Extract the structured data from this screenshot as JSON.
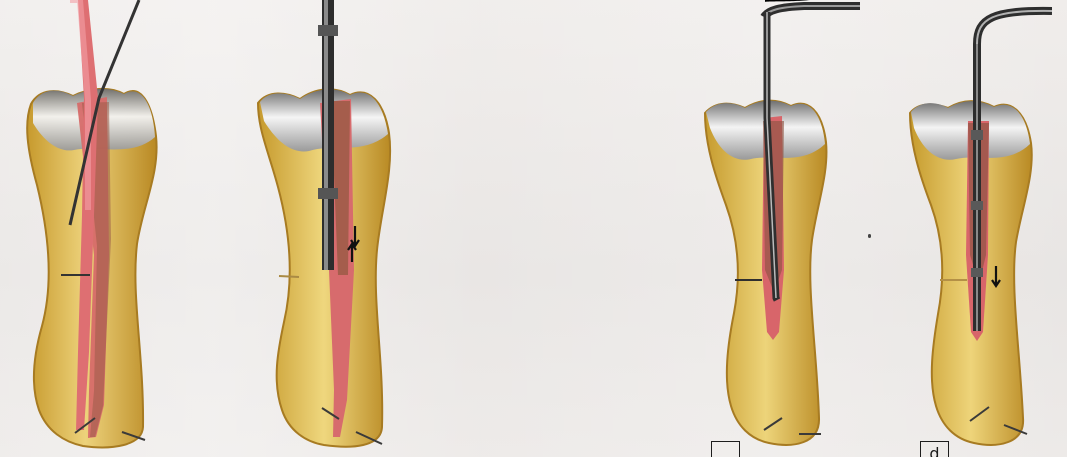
{
  "image": {
    "panels": [
      {
        "id": "a",
        "instrument": "paper-point-and-spreader"
      },
      {
        "id": "b",
        "instrument": "vertical-plugger",
        "arrows": "up-down"
      },
      {
        "id": "c",
        "instrument": "heat-carrier",
        "label_box": ""
      },
      {
        "id": "d",
        "instrument": "heat-carrier-with-plugger",
        "label_box": "d"
      }
    ],
    "colors": {
      "background": "#e9e6e5",
      "enamel": "#8e8e8e",
      "dentin": "#d8b65a",
      "root_canal": "#d94f58",
      "gutta_percha": "#9b5a43",
      "instrument": "#2f2f2f"
    }
  }
}
